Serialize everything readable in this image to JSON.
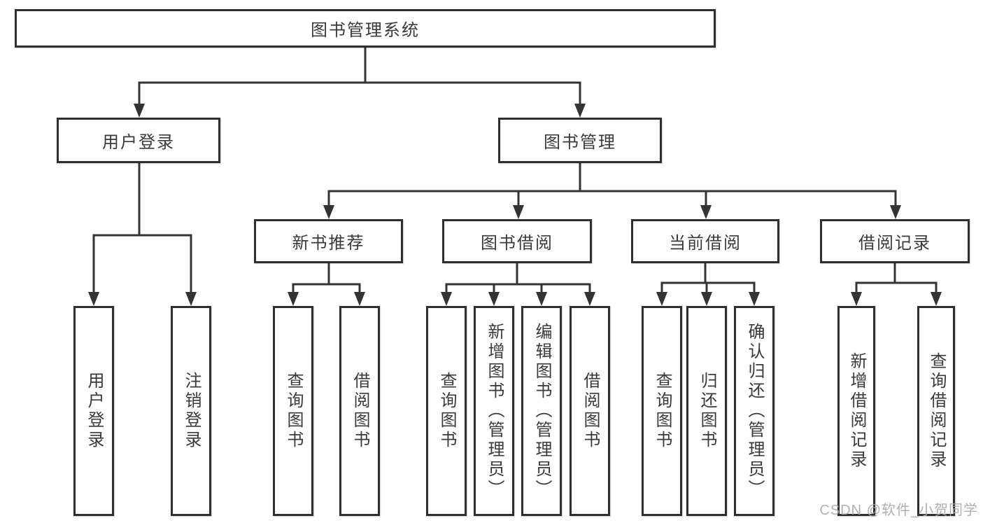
{
  "diagram": {
    "root": {
      "label": "图书管理系统"
    },
    "level2": [
      {
        "label": "用户登录"
      },
      {
        "label": "图书管理"
      }
    ],
    "level3": [
      {
        "label": "新书推荐"
      },
      {
        "label": "图书借阅"
      },
      {
        "label": "当前借阅"
      },
      {
        "label": "借阅记录"
      }
    ],
    "leaves": {
      "user_login": [
        "用户登录",
        "注销登录"
      ],
      "new_book_recommend": [
        "查询图书",
        "借阅图书"
      ],
      "book_borrow": [
        "查询图书",
        "新增图书（管理员）",
        "编辑图书（管理员）",
        "借阅图书"
      ],
      "current_borrow": [
        "查询图书",
        "归还图书",
        "确认归还（管理员）"
      ],
      "borrow_records": [
        "新增借阅记录",
        "查询借阅记录"
      ]
    }
  },
  "watermark": {
    "text": "CSDN @软件_小贺同学"
  },
  "colors": {
    "line": "#333333",
    "node_border": "#2f2f2f",
    "text": "#3a3a3a",
    "watermark": "#a8a8a8",
    "background": "#ffffff"
  }
}
